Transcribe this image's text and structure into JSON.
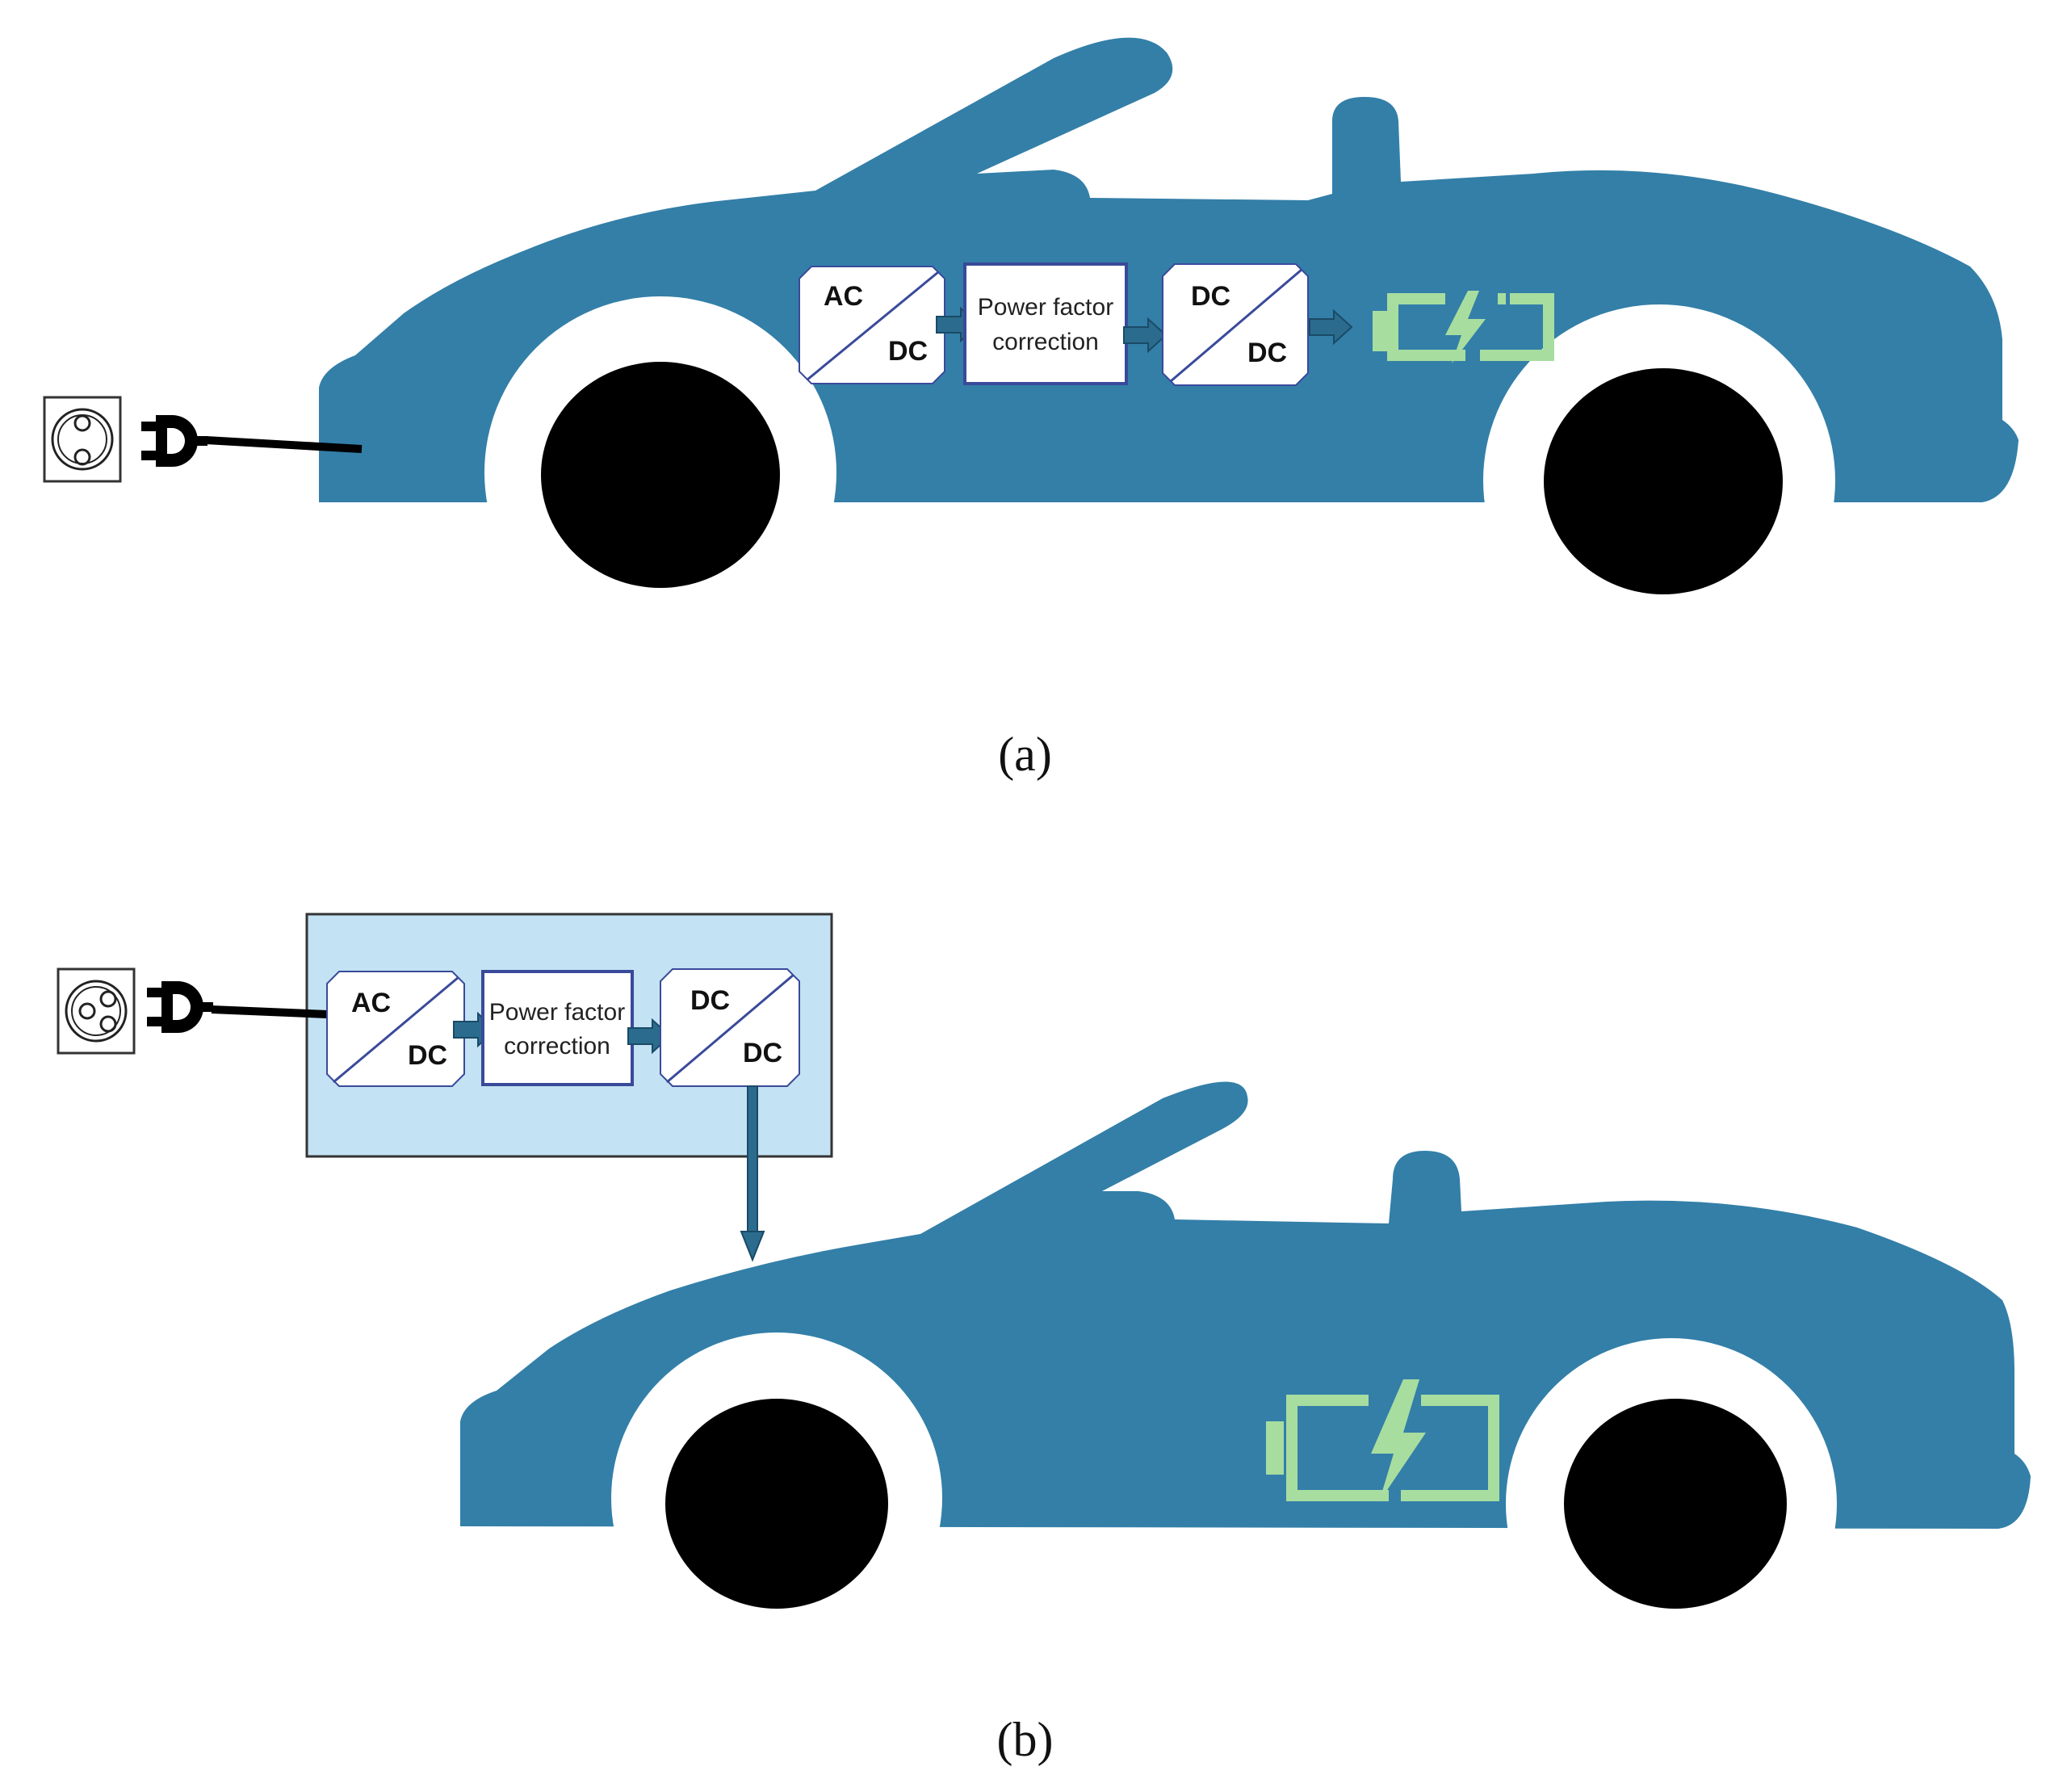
{
  "diagram_a": {
    "caption": "(a)",
    "converter_1": {
      "top": "AC",
      "bottom": "DC"
    },
    "pfc": {
      "line1": "Power factor",
      "line2": "correction"
    },
    "converter_2": {
      "top": "DC",
      "bottom": "DC"
    }
  },
  "diagram_b": {
    "caption": "(b)",
    "converter_1": {
      "top": "AC",
      "bottom": "DC"
    },
    "pfc": {
      "line1": "Power factor",
      "line2": "correction"
    },
    "converter_2": {
      "top": "DC",
      "bottom": "DC"
    }
  },
  "colors": {
    "car_body": "#337FA8",
    "wheel": "#000000",
    "battery": "#A8DDA0",
    "arrow": "#2B6C8E",
    "charger_box": "#C3E2F3",
    "box_border": "#3A4A9A"
  }
}
